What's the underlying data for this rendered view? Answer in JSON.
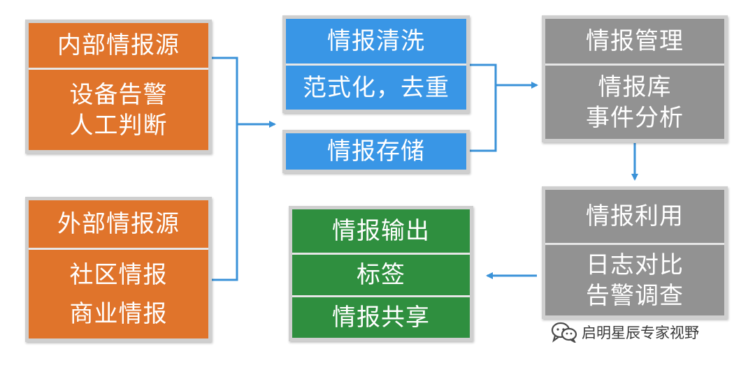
{
  "internal_source": {
    "title": "内部情报源",
    "items": [
      "设备告警",
      "人工判断"
    ]
  },
  "external_source": {
    "title": "外部情报源",
    "items": [
      "社区情报",
      "商业情报"
    ]
  },
  "cleaning": {
    "title": "情报清洗",
    "detail": "范式化，去重"
  },
  "storage": {
    "title": "情报存储"
  },
  "management": {
    "title": "情报管理",
    "items": [
      "情报库",
      "事件分析"
    ]
  },
  "usage": {
    "title": "情报利用",
    "items": [
      "日志对比",
      "告警调查"
    ]
  },
  "output": {
    "items": [
      "情报输出",
      "标签",
      "情报共享"
    ]
  },
  "watermark": {
    "text": "启明星辰专家视野",
    "icon": "wechat-icon"
  },
  "colors": {
    "orange": "#e0742b",
    "blue": "#3996e6",
    "gray": "#929292",
    "green": "#2f8f3f",
    "arrow": "#3a92d8"
  }
}
